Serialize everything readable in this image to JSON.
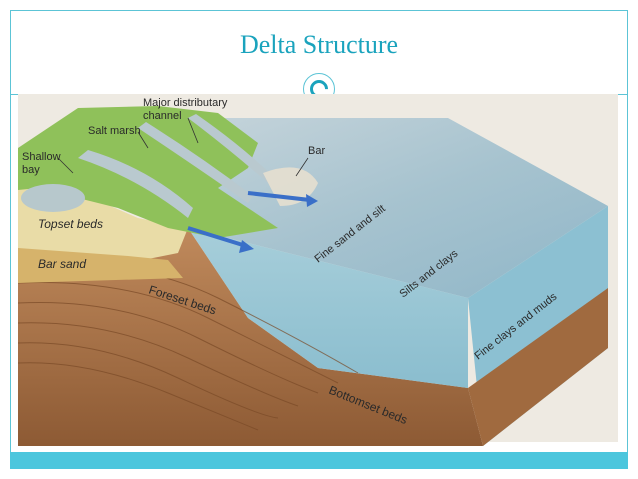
{
  "slide": {
    "title": "Delta Structure"
  },
  "diagram": {
    "labels": {
      "major_channel_line1": "Major distributary",
      "major_channel_line2": "channel",
      "salt_marsh": "Salt marsh",
      "shallow_bay_line1": "Shallow",
      "shallow_bay_line2": "bay",
      "bar": "Bar",
      "topset": "Topset beds",
      "bar_sand": "Bar sand",
      "foreset": "Foreset beds",
      "fine_sand_silt": "Fine sand and silt",
      "silts_clays": "Silts and clays",
      "fine_clays_muds": "Fine clays and muds",
      "bottomset": "Bottomset beds"
    }
  }
}
